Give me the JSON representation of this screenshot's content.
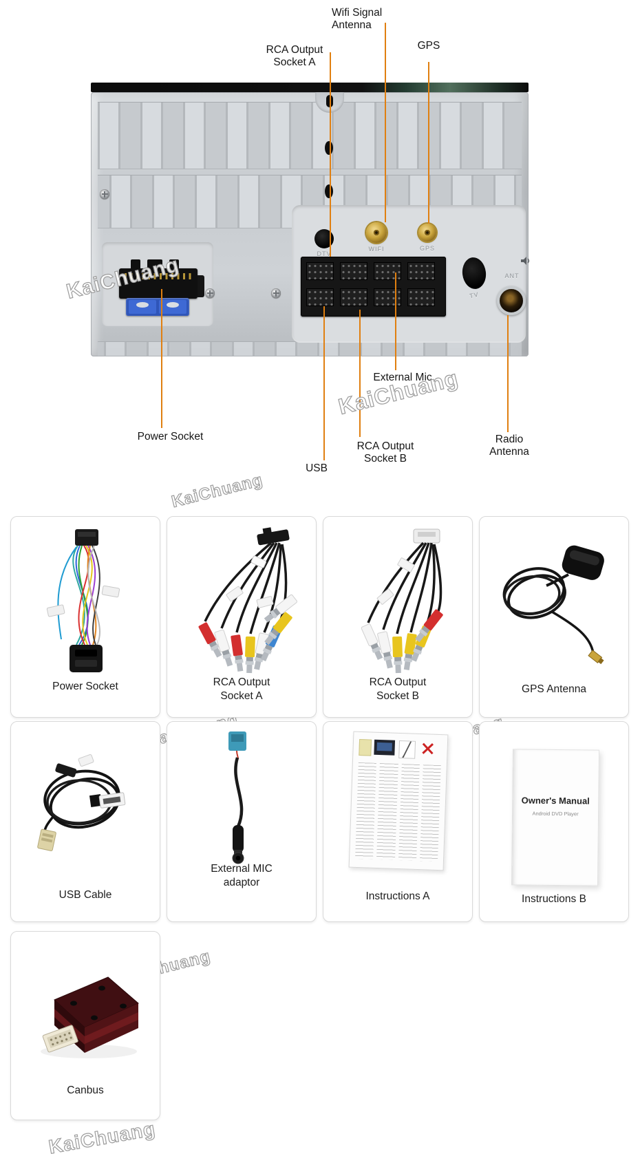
{
  "watermark": "KaiChuang",
  "diagram": {
    "labels": {
      "wifi": "Wifi Signal\nAntenna",
      "rca_a": "RCA Output\nSocket A",
      "gps": "GPS",
      "external_mic": "External Mic",
      "power": "Power Socket",
      "usb": "USB",
      "rca_b": "RCA Output\nSocket B",
      "radio": "Radio\nAntenna"
    },
    "panel_markings": {
      "wifi": "WIFI",
      "gps": "GPS",
      "dtv": "DTV",
      "tv": "TV",
      "ant": "ANT"
    }
  },
  "accessories": [
    {
      "name": "Power Socket"
    },
    {
      "name": "RCA Output Socket A"
    },
    {
      "name": "RCA Output Socket B"
    },
    {
      "name": "GPS Antenna"
    },
    {
      "name": "USB Cable"
    },
    {
      "name": "External MIC adaptor"
    },
    {
      "name": "Instructions A"
    },
    {
      "name": "Instructions B"
    },
    {
      "name": "Canbus"
    }
  ],
  "manual": {
    "title": "Owner's Manual",
    "subtitle": "Android DVD Player"
  },
  "colors": {
    "callout_line": "#E07F10",
    "gold_connector": "#C9A43C",
    "fuse_blue": "#3A66C8",
    "canbus_shell": "#4A1114",
    "rca_red": "#D32F2F",
    "rca_yellow": "#E8C51E",
    "rca_white": "#F5F5F5",
    "rca_blue": "#3E86D1",
    "mic_plug_blue": "#3E9AB8"
  }
}
